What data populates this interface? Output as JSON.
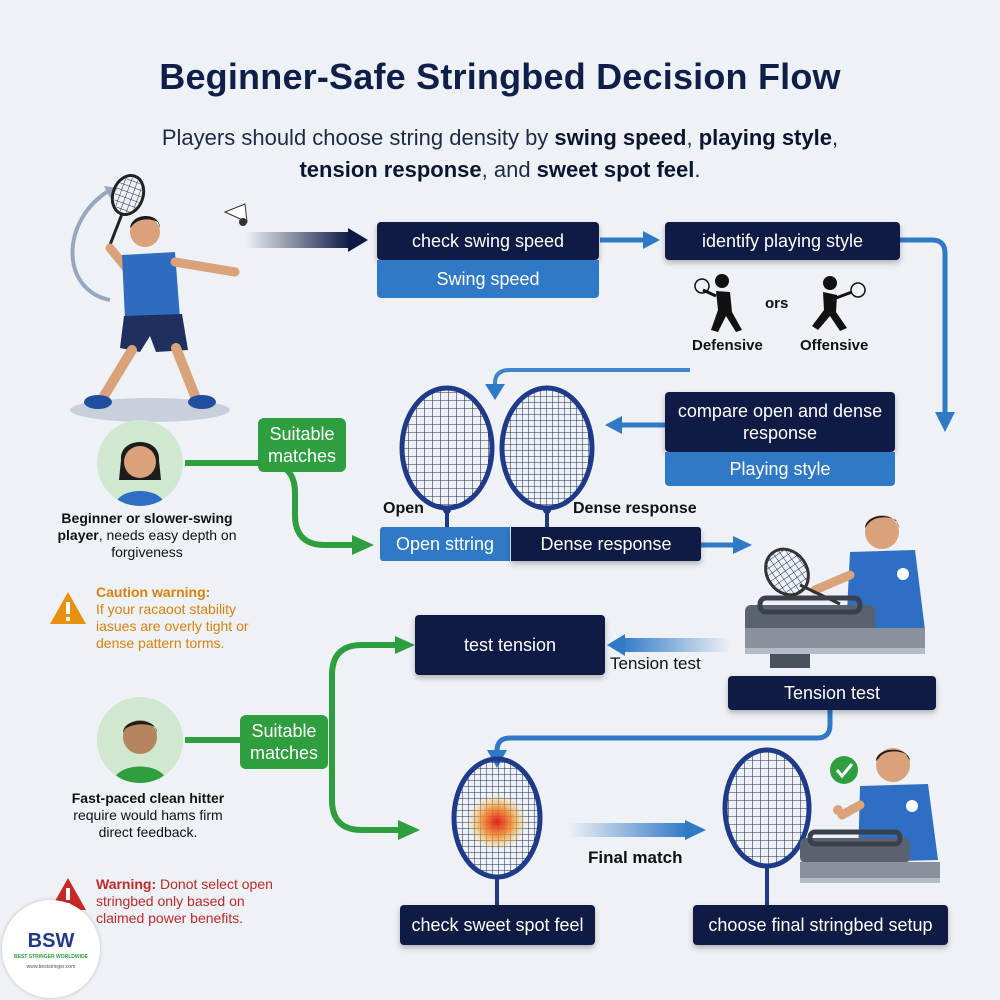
{
  "title": "Beginner-Safe Stringbed Decision Flow",
  "subtitle": {
    "line1_prefix": "Players should choose string density by ",
    "swing_speed": "swing speed",
    "comma1": ", ",
    "playing_style": "playing style",
    "comma2": ",",
    "tension_response": "tension response",
    "and": ", and ",
    "sweet_spot_feel": "sweet spot feel",
    "period": "."
  },
  "steps": {
    "check_swing_speed": "check swing speed",
    "swing_speed_label": "Swing speed",
    "identify_playing_style": "identify playing style",
    "compare_response": "compare open and dense response",
    "playing_style_label": "Playing style",
    "test_tension": "test tension",
    "tension_test_label": "Tension test",
    "tension_test_box": "Tension test",
    "check_sweet_spot": "check sweet spot feel",
    "final_match": "Final match",
    "choose_final": "choose final stringbed setup"
  },
  "styles": {
    "defensive": "Defensive",
    "ors": "ors",
    "offensive": "Offensive"
  },
  "rackets": {
    "open_label": "Open",
    "dense_label": "Dense response",
    "open_bar": "Open sttring",
    "dense_bar": "Dense response"
  },
  "suitable_1": "Suitable matches",
  "suitable_2": "Suitable matches",
  "beginner_note": {
    "bold": "Beginner or slower-swing player",
    "rest": ", needs easy depth on forgiveness"
  },
  "caution": {
    "title": "Caution warning:",
    "body": "If your racaoot stability iasues are overly tight or dense pattern torms."
  },
  "hitter_note": {
    "bold": "Fast-paced clean hitter",
    "rest": "require would hams firm direct feedback."
  },
  "warning": {
    "title": "Warning:",
    "body": " Donot select open stringbed only based on claimed power benefits."
  },
  "logo": {
    "text": "BSW",
    "tagline": "BEST STRINGER WORLDWIDE",
    "url": "www.beststringer.com"
  },
  "colors": {
    "navy": "#0f1b45",
    "blue": "#2f79c7",
    "green": "#2e9e3e",
    "caution": "#d9820f",
    "warning": "#c12a2a"
  }
}
